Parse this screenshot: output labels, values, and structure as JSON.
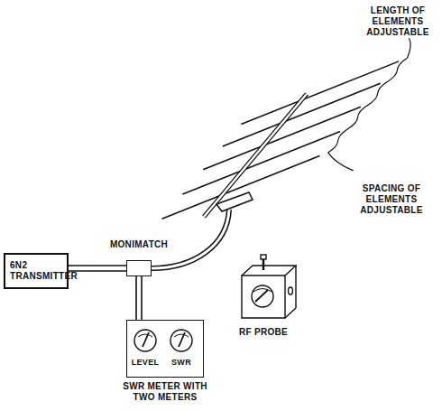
{
  "diagram": {
    "nodes": [
      {
        "text": [
          "6N2 TRANSMITTER"
        ]
      },
      {
        "text": [
          "MONIMATCH"
        ]
      },
      {
        "text": [
          "LEVEL",
          "SWR",
          "SWR METER WITH TWO METERS"
        ]
      }
    ],
    "edges": [
      {
        "from": 0,
        "to": 1,
        "arrow": "none"
      },
      {
        "from": 1,
        "to": 2,
        "arrow": "none"
      }
    ],
    "labels": [
      "LENGTH OF ELEMENTS ADJUSTABLE",
      "SPACING OF ELEMENTS ADJUSTABLE",
      "RF PROBE"
    ]
  }
}
